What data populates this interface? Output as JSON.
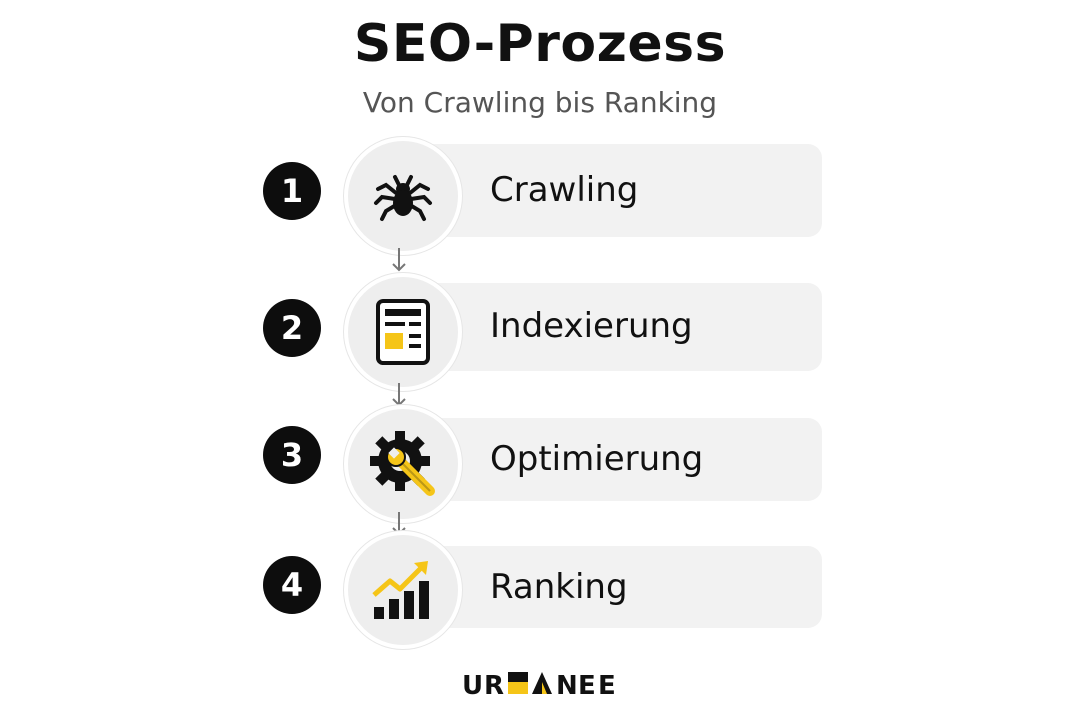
{
  "title": "SEO-Prozess",
  "subtitle": "Von Crawling bis Ranking",
  "steps": [
    {
      "number": "1",
      "label": "Crawling",
      "icon": "spider-icon"
    },
    {
      "number": "2",
      "label": "Indexierung",
      "icon": "index-document-icon"
    },
    {
      "number": "3",
      "label": "Optimierung",
      "icon": "gear-wrench-icon"
    },
    {
      "number": "4",
      "label": "Ranking",
      "icon": "rising-bar-chart-icon"
    }
  ],
  "logo": {
    "text": "URBANEE"
  },
  "colors": {
    "accent": "#f5c518",
    "dark": "#0d0d0d",
    "card": "#f2f2f2"
  }
}
